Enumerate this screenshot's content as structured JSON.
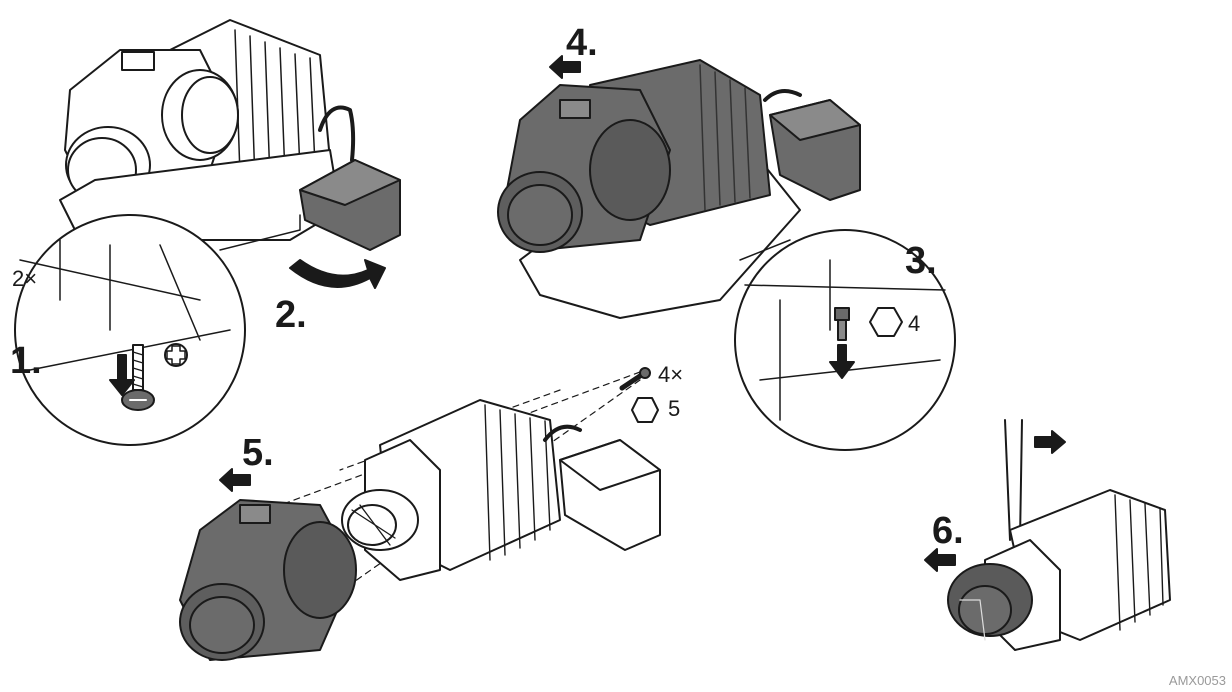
{
  "steps": {
    "s1": "1.",
    "s2": "2.",
    "s3": "3.",
    "s4": "4.",
    "s5": "5.",
    "s6": "6."
  },
  "notes": {
    "screw_qty": "2×",
    "bolt_qty": "4×",
    "hex_ref_a": "4",
    "hex_ref_b": "5"
  },
  "figure_code": "AMX0053",
  "colors": {
    "line": "#1a1a1a",
    "dark_part": "#6b6b6b",
    "light_part": "#ffffff"
  }
}
